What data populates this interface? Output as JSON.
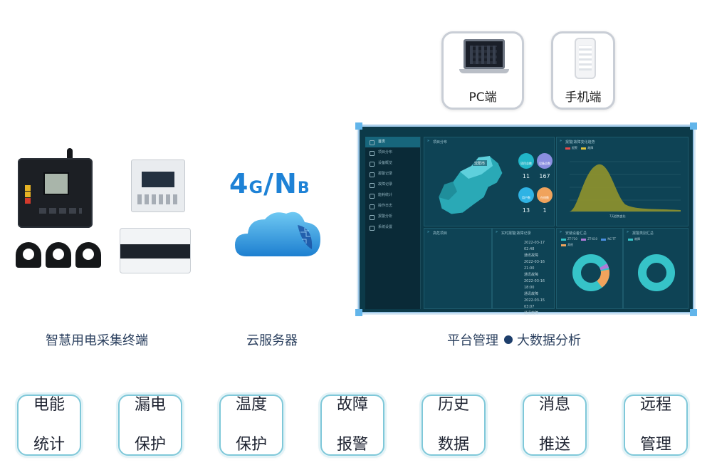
{
  "devices": {
    "pc_label": "PC端",
    "phone_label": "手机端"
  },
  "network": {
    "label_4g": "4",
    "label_g": "G",
    "label_slash": "/N",
    "label_b": "B"
  },
  "captions": {
    "terminal": "智慧用电采集终端",
    "cloud": "云服务器",
    "platform": "平台管理",
    "bigdata": "大数据分析"
  },
  "dashboard": {
    "nav": [
      "首页",
      "项目分布",
      "设备概览",
      "报警记录",
      "故障记录",
      "能耗统计",
      "操作日志",
      "报警分析",
      "系统设置"
    ],
    "panels": {
      "project_map": "项目分布",
      "alarm_trend": "报警|故障变化趋势",
      "project_list": "高危项目",
      "realtime_log": "实时报警|故障记录",
      "device_summary": "安装设备汇总",
      "alarm_types": "报警类别汇总"
    },
    "map_label": "沈阳市",
    "stats": [
      {
        "label": "项目总数",
        "value": "11",
        "color": "#21b6c8"
      },
      {
        "label": "设备总数",
        "value": "167",
        "color": "#8a8ee0"
      },
      {
        "label": "用户数",
        "value": "13",
        "color": "#2fb3e4"
      },
      {
        "label": "在线数",
        "value": "1",
        "color": "#f0a35c"
      }
    ],
    "trend_legend": [
      "报警",
      "故障"
    ],
    "trend_xlabel": "7天趋势变化",
    "log_entries": [
      "2022-03-17",
      "02:48",
      "通讯故障",
      "2022-03-16",
      "21:00",
      "通讯故障",
      "2022-03-16",
      "18:00",
      "通讯故障",
      "2022-03-15",
      "03:07",
      "通讯故障"
    ],
    "device_legend": [
      "ZT-730",
      "ZT-610",
      "NC-TT",
      "其他"
    ],
    "alarm_legend": [
      "故障"
    ]
  },
  "colors": {
    "accent": "#1e82d6",
    "dashboard_bg": "#0c3a49",
    "chart_fill": "#8a8f2e",
    "donut_cyan": "#36c3c8",
    "donut_orange": "#f0a35c"
  },
  "features": [
    {
      "line1": "电能",
      "line2": "统计"
    },
    {
      "line1": "漏电",
      "line2": "保护"
    },
    {
      "line1": "温度",
      "line2": "保护"
    },
    {
      "line1": "故障",
      "line2": "报警"
    },
    {
      "line1": "历史",
      "line2": "数据"
    },
    {
      "line1": "消息",
      "line2": "推送"
    },
    {
      "line1": "远程",
      "line2": "管理"
    }
  ]
}
